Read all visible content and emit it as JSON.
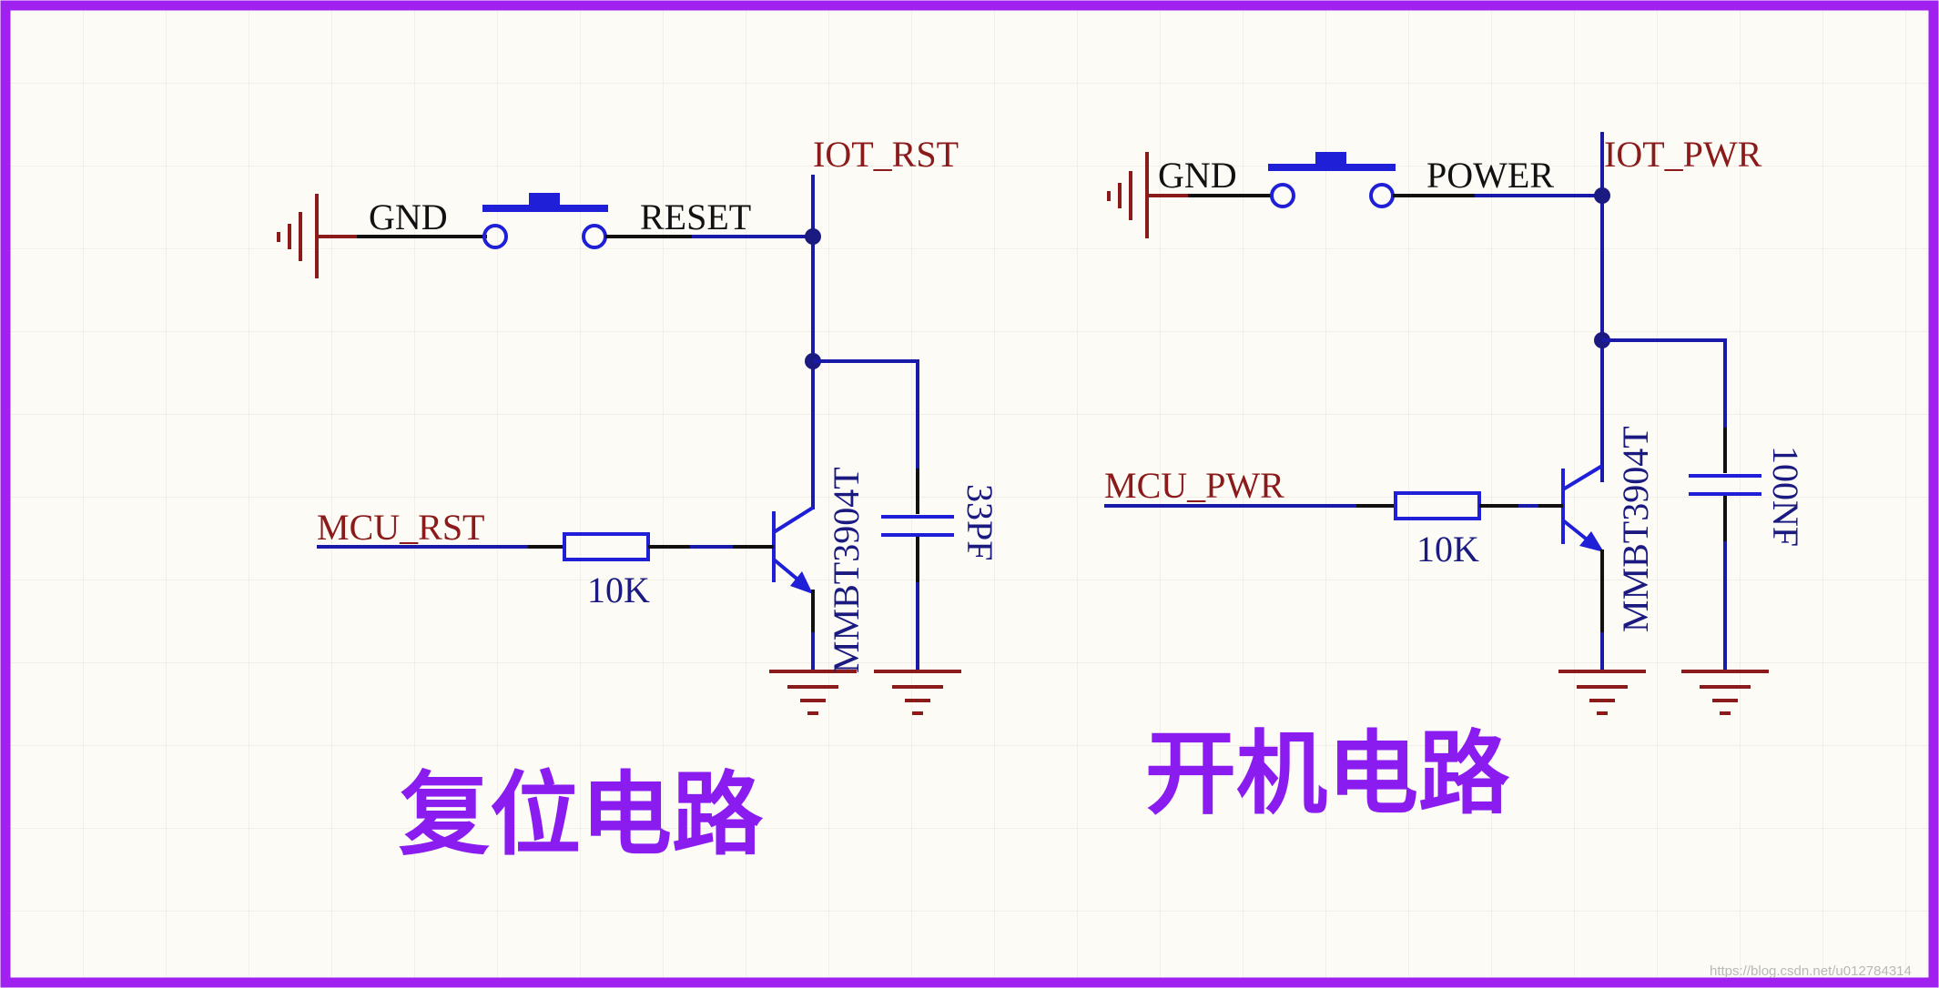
{
  "colors": {
    "frame": "#a020f0",
    "background": "#fcfbf6",
    "grid": "#e3e0d6",
    "wire": "#1a1aa8",
    "net_label": "#8b1a1a",
    "component_label": "#1a1a80",
    "title": "#8a1cf0"
  },
  "reset_circuit": {
    "title": "复位电路",
    "gnd_label": "GND",
    "reset_label": "RESET",
    "iot_label": "IOT_RST",
    "mcu_label": "MCU_RST",
    "resistor_value": "10K",
    "transistor_part": "MMBT3904T",
    "capacitor_value": "33PF"
  },
  "power_circuit": {
    "title": "开机电路",
    "gnd_label": "GND",
    "power_label": "POWER",
    "iot_label": "IOT_PWR",
    "mcu_label": "MCU_PWR",
    "resistor_value": "10K",
    "transistor_part": "MMBT3904T",
    "capacitor_value": "100NF"
  },
  "watermark": "https://blog.csdn.net/u012784314"
}
